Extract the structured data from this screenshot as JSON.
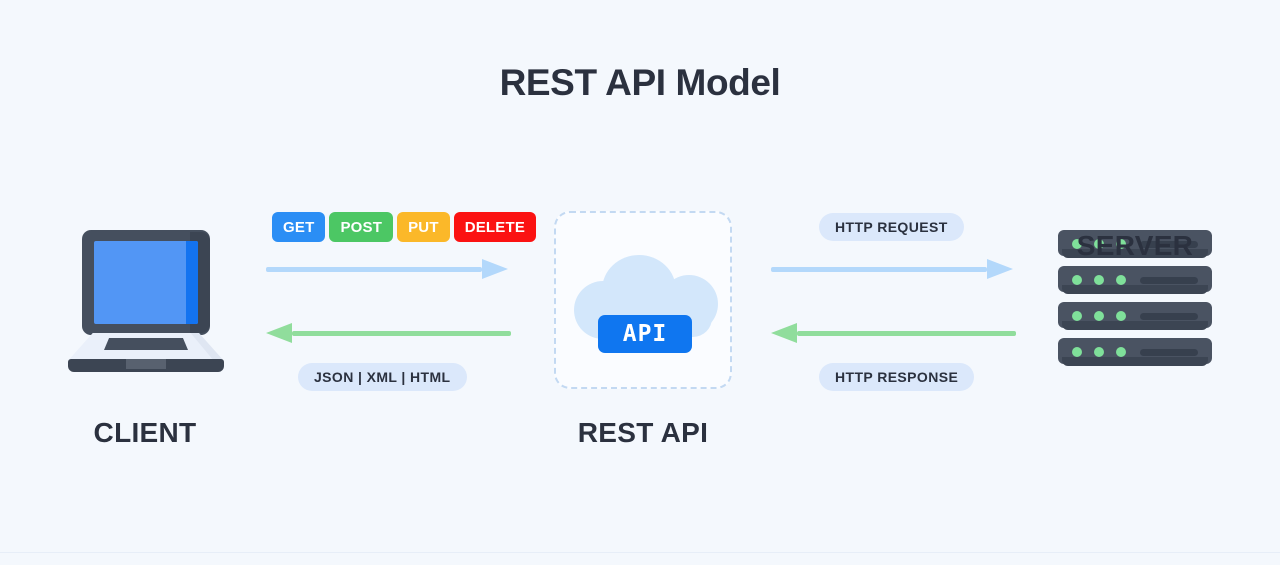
{
  "title": "REST API Model",
  "colors": {
    "background": "#f4f8fd",
    "title_color": "#2b313f",
    "arrow_request": "#b3d8fb",
    "arrow_response": "#90dd9c",
    "pill_background": "#dbe8fb",
    "api_badge": "#0f76f0",
    "cloud": "#d3e7fb",
    "dashed_border": "#c3d9f2",
    "server_body": "#4a5362",
    "server_led": "#7fe09a",
    "laptop_screen": "#5296f5"
  },
  "nodes": {
    "client": {
      "label": "CLIENT",
      "icon": "laptop-icon"
    },
    "rest_api": {
      "label": "REST API",
      "icon": "cloud-icon",
      "badge": "API"
    },
    "server": {
      "label": "SERVER",
      "icon": "server-rack-icon",
      "rack_count": 4,
      "leds_per_rack": 3
    }
  },
  "methods": [
    {
      "label": "GET",
      "color": "#2b8ef5"
    },
    {
      "label": "POST",
      "color": "#4cc764"
    },
    {
      "label": "PUT",
      "color": "#fbb829"
    },
    {
      "label": "DELETE",
      "color": "#fb1212"
    }
  ],
  "pills": {
    "formats": "JSON | XML | HTML",
    "http_request": "HTTP REQUEST",
    "http_response": "HTTP RESPONSE"
  },
  "arrows": [
    {
      "name": "client-to-api-request",
      "direction": "right",
      "color": "#b3d8fb"
    },
    {
      "name": "api-to-client-response",
      "direction": "left",
      "color": "#90dd9c"
    },
    {
      "name": "api-to-server-request",
      "direction": "right",
      "color": "#b3d8fb"
    },
    {
      "name": "server-to-api-response",
      "direction": "left",
      "color": "#90dd9c"
    }
  ]
}
